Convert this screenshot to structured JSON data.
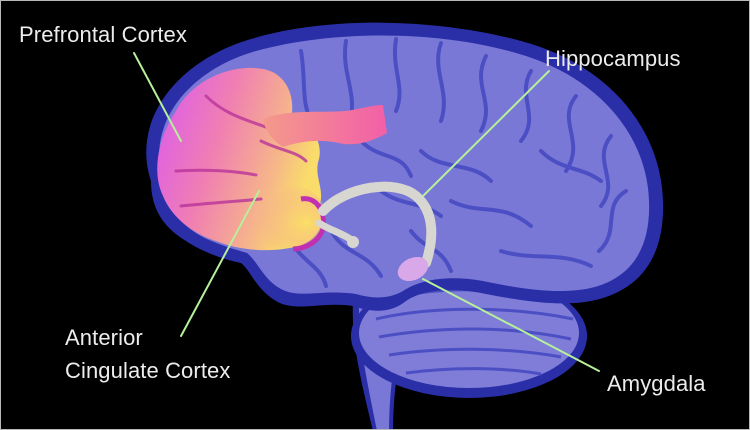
{
  "diagram": {
    "subject": "Brain regions (sagittal view)",
    "colors": {
      "background": "#000000",
      "brain_outline": "#2a2fa8",
      "brain_fill": "#7a78d6",
      "brain_sulci": "#4c4fc4",
      "prefrontal_gradient": [
        "#e060f0",
        "#f07fb0",
        "#f8d070"
      ],
      "cingulate_band": "#f27aa0",
      "hippocampus": "#d8d6d0",
      "amygdala": "#d9a8e8",
      "leader_line": "#b6f09a",
      "label_text": "#ececec"
    },
    "labels": [
      {
        "id": "prefrontal-cortex",
        "lines": [
          "Prefrontal Cortex"
        ]
      },
      {
        "id": "hippocampus",
        "lines": [
          "Hippocampus"
        ]
      },
      {
        "id": "anterior-cingulate-cortex",
        "lines": [
          "Anterior",
          "Cingulate Cortex"
        ]
      },
      {
        "id": "amygdala",
        "lines": [
          "Amygdala"
        ]
      }
    ]
  }
}
